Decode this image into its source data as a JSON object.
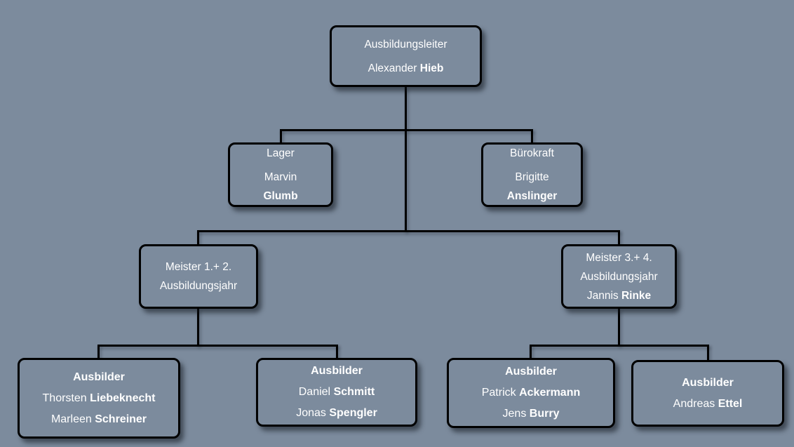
{
  "page": {
    "background_color": "#7c8b9d",
    "box_fill_color": "#7c8b9d",
    "box_border_color": "#000000",
    "text_color": "#ffffff",
    "connector_color": "#000000"
  },
  "org": {
    "root": {
      "title": "Ausbildungsleiter",
      "first": "Alexander",
      "last": "Hieb"
    },
    "lager": {
      "title": "Lager",
      "first": "Marvin",
      "last": "Glumb"
    },
    "buerokraft": {
      "title": "Bürokraft",
      "first": "Brigitte",
      "last": "Anslinger"
    },
    "meister12": {
      "title_line1": "Meister 1.+ 2.",
      "title_line2": "Ausbildungsjahr"
    },
    "meister34": {
      "title_line1": "Meister 3.+ 4.",
      "title_line2": "Ausbildungsjahr",
      "first": "Jannis",
      "last": "Rinke"
    },
    "ausbilder1": {
      "title": "Ausbilder",
      "person1_first": "Thorsten",
      "person1_last": "Liebeknecht",
      "person2_first": "Marleen",
      "person2_last": "Schreiner"
    },
    "ausbilder2": {
      "title": "Ausbilder",
      "person1_first": "Daniel",
      "person1_last": "Schmitt",
      "person2_first": "Jonas",
      "person2_last": "Spengler"
    },
    "ausbilder3": {
      "title": "Ausbilder",
      "person1_first": "Patrick",
      "person1_last": "Ackermann",
      "person2_first": "Jens",
      "person2_last": "Burry"
    },
    "ausbilder4": {
      "title": "Ausbilder",
      "person1_first": "Andreas",
      "person1_last": "Ettel"
    },
    "edges": [
      {
        "from": "root",
        "to": "lager"
      },
      {
        "from": "root",
        "to": "buerokraft"
      },
      {
        "from": "root",
        "to": "meister12"
      },
      {
        "from": "root",
        "to": "meister34"
      },
      {
        "from": "meister12",
        "to": "ausbilder1"
      },
      {
        "from": "meister12",
        "to": "ausbilder2"
      },
      {
        "from": "meister34",
        "to": "ausbilder3"
      },
      {
        "from": "meister34",
        "to": "ausbilder4"
      }
    ]
  }
}
